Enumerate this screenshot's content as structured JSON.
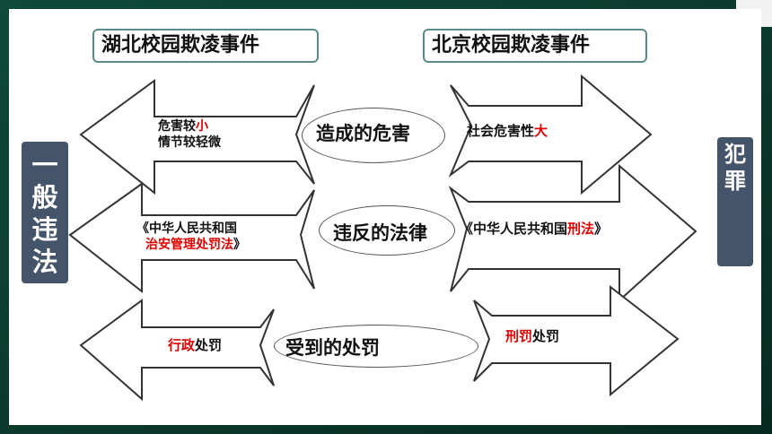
{
  "headers": {
    "left": "湖北校园欺凌事件",
    "right": "北京校园欺凌事件"
  },
  "side": {
    "left": [
      "一",
      "般",
      "违",
      "法"
    ],
    "right": [
      "犯",
      "罪"
    ]
  },
  "criteria": {
    "harm": "造成的危害",
    "law": "违反的法律",
    "punishment": "受到的处罚"
  },
  "left_arrows": {
    "harm_line1_a": "危害较",
    "harm_line1_b": "小",
    "harm_line2": "情节较轻微",
    "law_line1": "《中华人民共和国",
    "law_line2_a": "治安管理处罚法",
    "law_line2_b": "》",
    "punish_a": "行政",
    "punish_b": "处罚"
  },
  "right_arrows": {
    "harm_a": "社会危害性",
    "harm_b": "大",
    "law_a": "《中华人民共和国",
    "law_b": "刑法",
    "law_c": "》",
    "punish_a": "刑罚",
    "punish_b": "处罚"
  },
  "colors": {
    "frame": "#0d3b2e",
    "accent_red": "#e00000",
    "side_box": "#44546a",
    "header_border": "#5b8c8a"
  }
}
